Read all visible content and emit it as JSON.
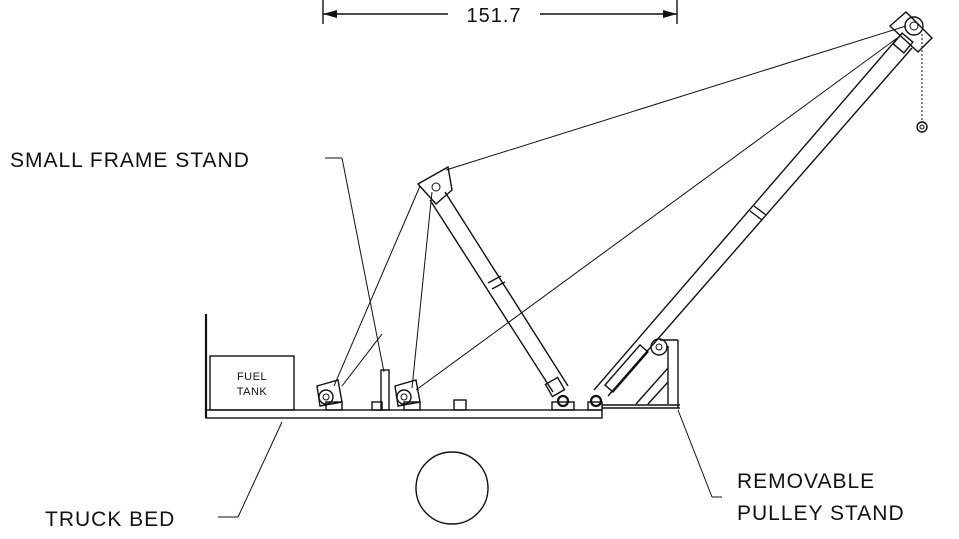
{
  "labels": {
    "dimension": "151.7",
    "small_frame_stand": "SMALL FRAME STAND",
    "fuel_tank_line1": "FUEL",
    "fuel_tank_line2": "TANK",
    "truck_bed": "TRUCK BED",
    "removable_line1": "REMOVABLE",
    "removable_line2": "PULLEY STAND"
  },
  "colors": {
    "stroke": "#111111",
    "background": "#ffffff"
  }
}
